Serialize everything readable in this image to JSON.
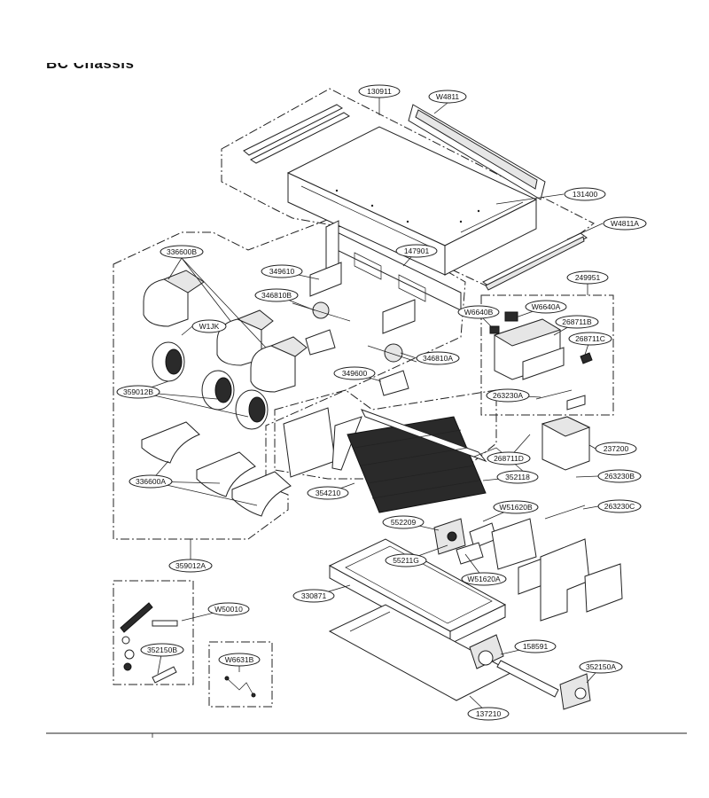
{
  "page": {
    "title": "BC Chassis"
  },
  "labels": {
    "l130911": "130911",
    "lW4811": "W4811",
    "l131400": "131400",
    "lW4811A": "W4811A",
    "l147901": "147901",
    "l336600B": "336600B",
    "l349610": "349610",
    "l346810B": "346810B",
    "lW1JK": "W1JK",
    "l346810A": "346810A",
    "l349600": "349600",
    "l359012B": "359012B",
    "l249951": "249951",
    "lW6640B": "W6640B",
    "lW6640A": "W6640A",
    "l268711B": "268711B",
    "l268711C": "268711C",
    "l263230A": "263230A",
    "l268711D": "268711D",
    "l237200": "237200",
    "l352118": "352118",
    "l263230B": "263230B",
    "l354210": "354210",
    "l336600A": "336600A",
    "lW51620B": "W51620B",
    "l263230C": "263230C",
    "l552209": "552209",
    "l55211G": "55211G",
    "lW51620A": "W51620A",
    "l359012A": "359012A",
    "l330871": "330871",
    "lW50010": "W50010",
    "l352150B": "352150B",
    "lW6631B": "W6631B",
    "l158591": "158591",
    "l352150A": "352150A",
    "l137210": "137210"
  }
}
